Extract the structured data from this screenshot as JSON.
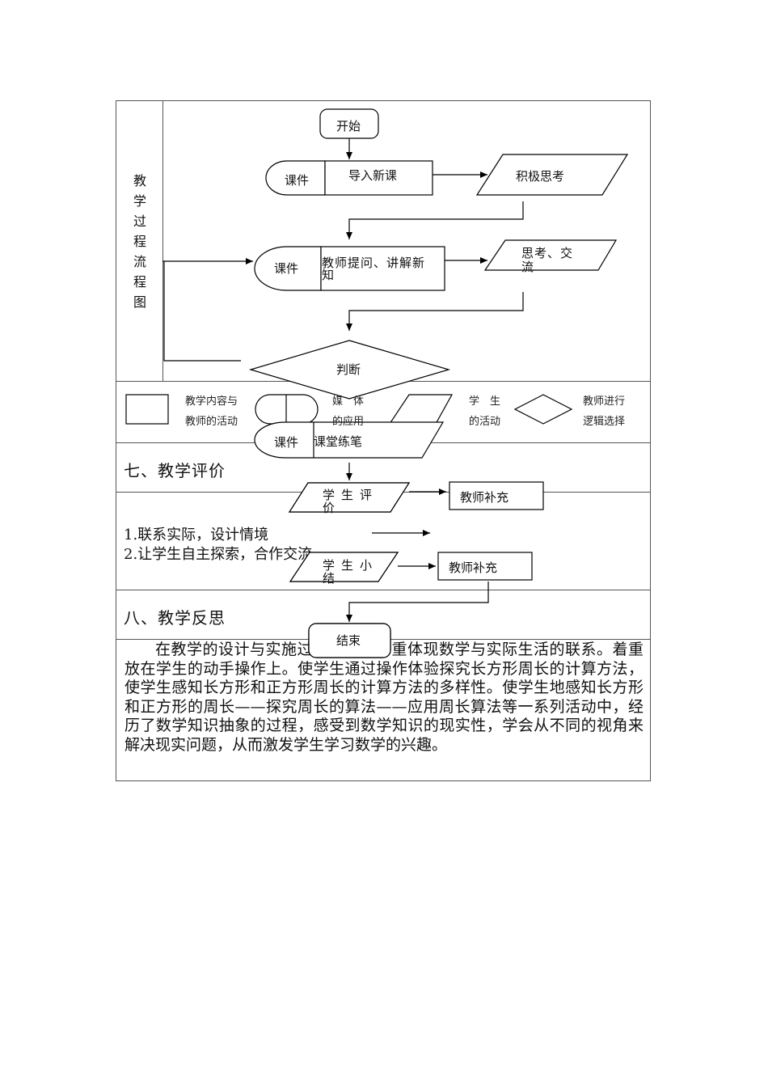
{
  "section_label": "教学过程流程图",
  "flowchart": {
    "start": "开始",
    "resource": "课件",
    "step1": "导入新课",
    "student1": "积极思考",
    "step2": "教师提问、讲解新知",
    "student2": "思考、交流",
    "decision": "判断",
    "practice": "课堂练笔",
    "student3": "学生评价",
    "teacher3": "教师补充",
    "student4": "学生小结",
    "teacher4": "教师补充",
    "end": "结束"
  },
  "legend": {
    "rect_line1": "教学内容与",
    "rect_line2": "教师的活动",
    "media_line1": "媒　体",
    "media_line2": "的应用",
    "para_line1": "学　生",
    "para_line2": "的活动",
    "diamond_line1": "教师进行",
    "diamond_line2": "逻辑选择"
  },
  "evaluation": {
    "heading": "七、教学评价",
    "items": [
      "1.联系实际，设计情境",
      "2.让学生自主探索，合作交流"
    ]
  },
  "reflection": {
    "heading": "八、教学反思",
    "paragraph": "在教学的设计与实施过程中，我着重体现数学与实际生活的联系。着重放在学生的动手操作上。使学生通过操作体验探究长方形周长的计算方法，使学生感知长方形和正方形周长的计算方法的多样性。使学生地感知长方形和正方形的周长——探究周长的算法——应用周长算法等一系列活动中，经历了数学知识抽象的过程，感受到数学知识的现实性，学会从不同的视角来解决现实问题，从而激发学生学习数学的兴趣。"
  }
}
